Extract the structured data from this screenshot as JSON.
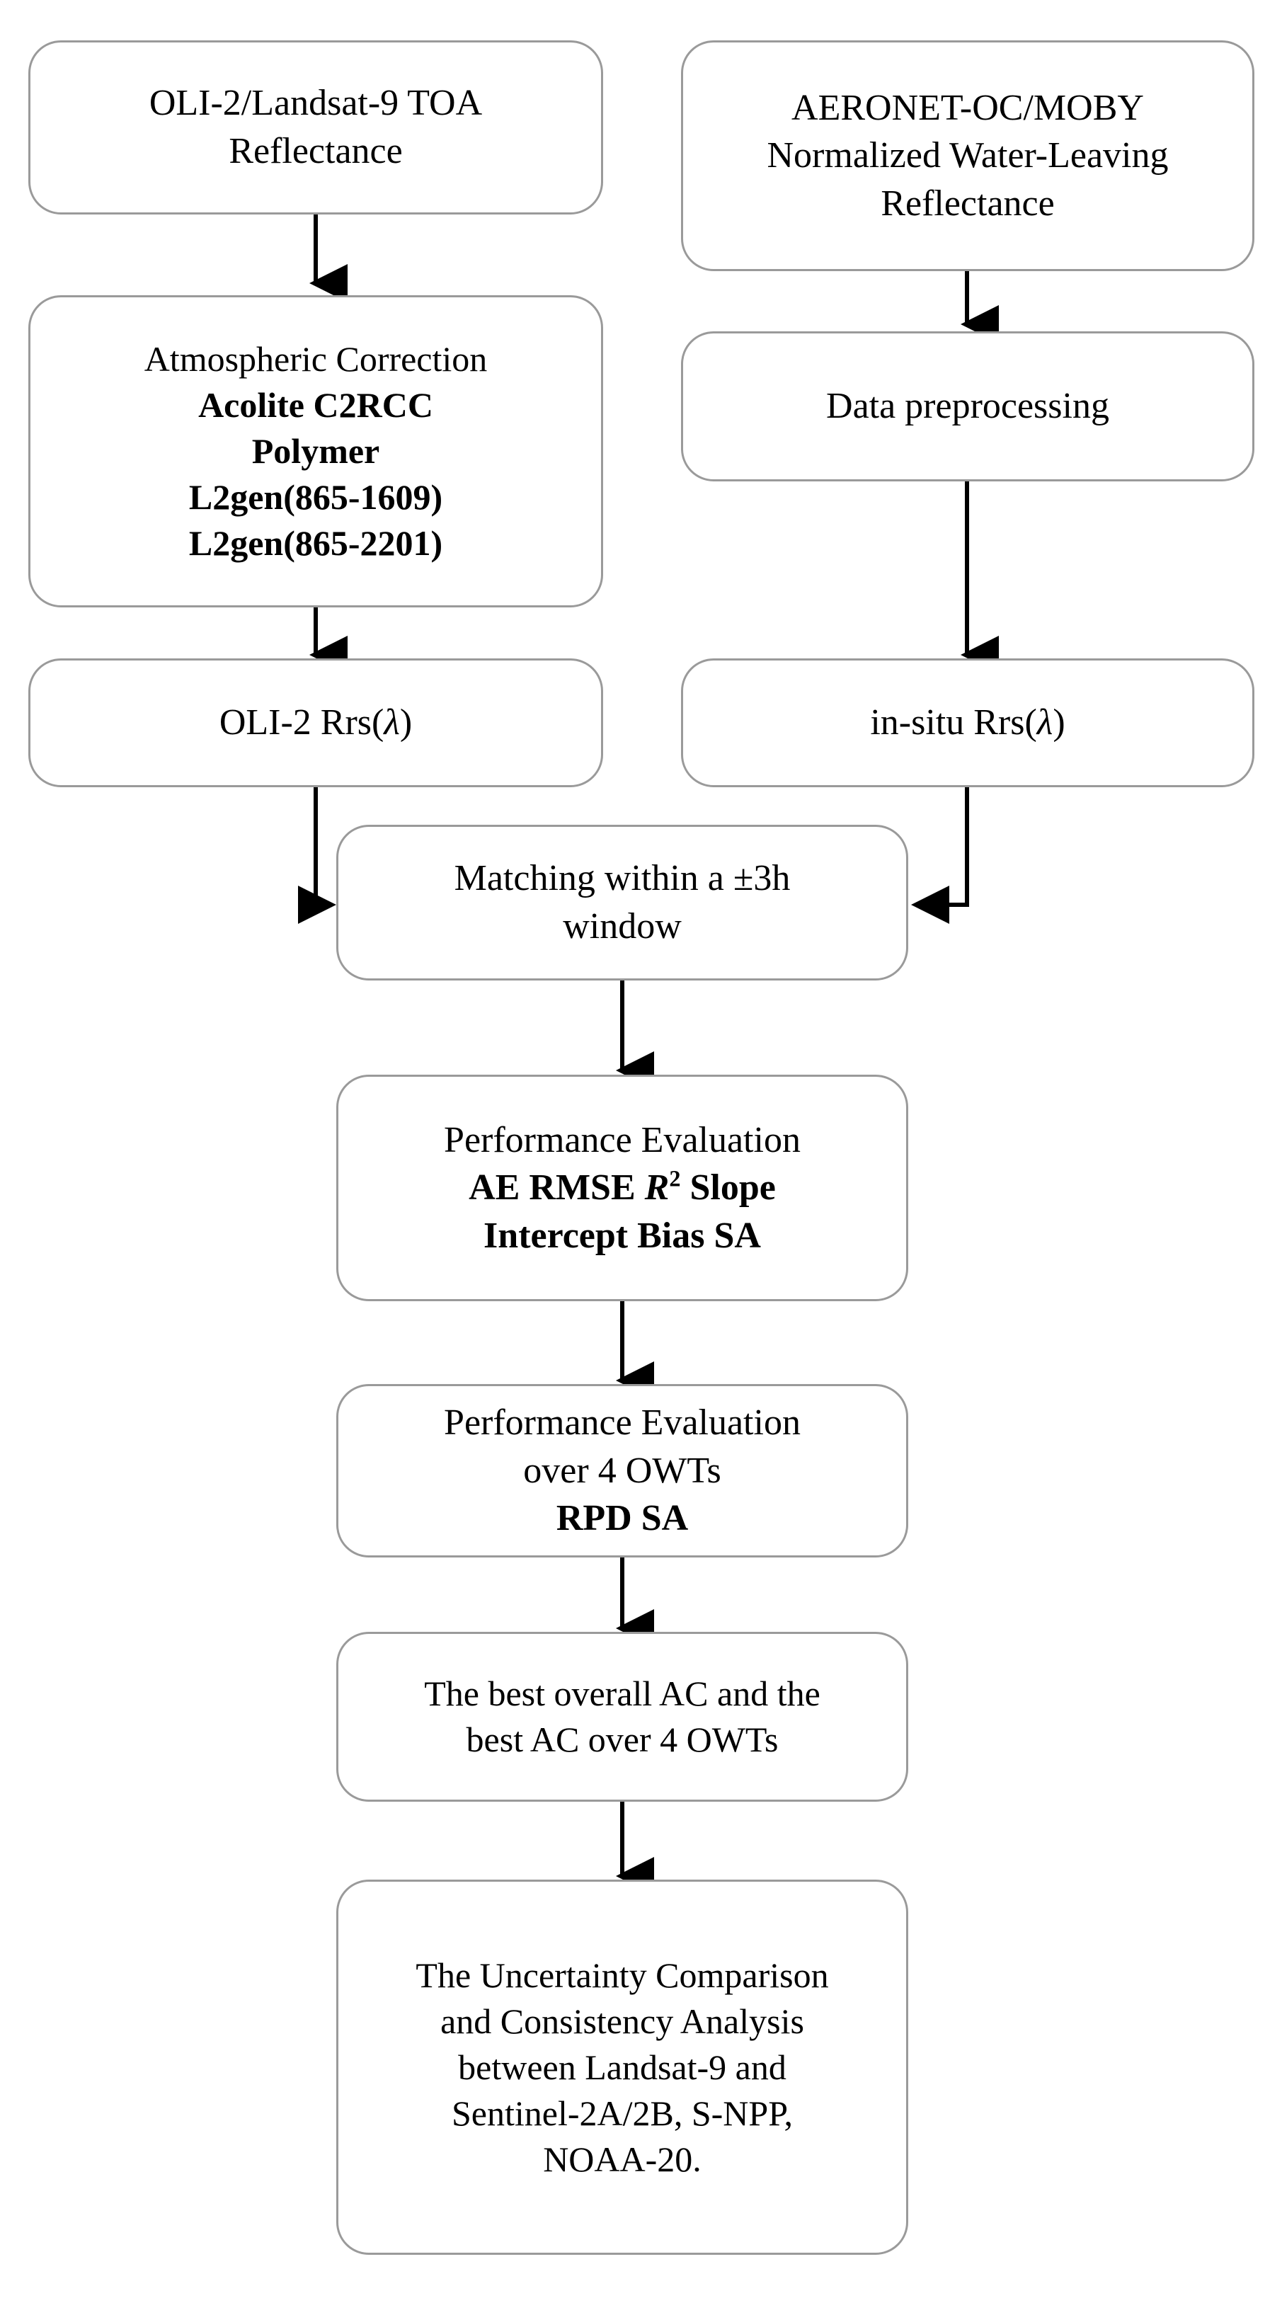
{
  "diagram": {
    "title": "Landsat-9 OLI-2 atmospheric correction evaluation workflow",
    "colors": {
      "node_border": "#9a9a9a",
      "node_fill": "#ffffff",
      "arrow": "#000000",
      "text": "#000000"
    },
    "nodes": [
      {
        "id": "oli2-toa",
        "name": "oli2-toa-reflectance-node",
        "lines": [
          {
            "text": "OLI-2/Landsat-9 TOA",
            "bold": false
          },
          {
            "text": "Reflectance",
            "bold": false
          }
        ]
      },
      {
        "id": "aeronet-moby",
        "name": "aeronet-moby-node",
        "lines": [
          {
            "text": "AERONET-OC/MOBY",
            "bold": false
          },
          {
            "text": "Normalized Water-Leaving",
            "bold": false
          },
          {
            "text": "Reflectance",
            "bold": false
          }
        ]
      },
      {
        "id": "atmospheric-correction",
        "name": "atmospheric-correction-node",
        "lines": [
          {
            "text": "Atmospheric Correction",
            "bold": false
          },
          {
            "text": "Acolite  C2RCC",
            "bold": true
          },
          {
            "text": "Polymer",
            "bold": true
          },
          {
            "text": "L2gen(865-1609)",
            "bold": true
          },
          {
            "text": "L2gen(865-2201)",
            "bold": true
          }
        ]
      },
      {
        "id": "data-preprocessing",
        "name": "data-preprocessing-node",
        "lines": [
          {
            "text": "Data preprocessing",
            "bold": false
          }
        ]
      },
      {
        "id": "oli2-rrs",
        "name": "oli2-rrs-node",
        "lines": [
          {
            "text": "OLI-2 Rrs(λ)",
            "bold": false
          }
        ]
      },
      {
        "id": "insitu-rrs",
        "name": "insitu-rrs-node",
        "lines": [
          {
            "text": "in-situ Rrs(λ)",
            "bold": false
          }
        ]
      },
      {
        "id": "matching",
        "name": "matching-window-node",
        "lines": [
          {
            "text": "Matching within a ±3h",
            "bold": false
          },
          {
            "text": "window",
            "bold": false
          }
        ]
      },
      {
        "id": "performance-evaluation",
        "name": "performance-evaluation-node",
        "lines": [
          {
            "text": "Performance Evaluation",
            "bold": false
          },
          {
            "text": "AE RMSE R2 Slope",
            "bold": true
          },
          {
            "text": "Intercept Bias SA",
            "bold": true
          }
        ]
      },
      {
        "id": "performance-evaluation-owts",
        "name": "performance-evaluation-owts-node",
        "lines": [
          {
            "text": "Performance Evaluation",
            "bold": false
          },
          {
            "text": "over 4 OWTs",
            "bold": false
          },
          {
            "text": "RPD SA",
            "bold": true
          }
        ]
      },
      {
        "id": "best-ac",
        "name": "best-ac-node",
        "lines": [
          {
            "text": "The best overall AC and the",
            "bold": false
          },
          {
            "text": "best AC over 4 OWTs",
            "bold": false
          }
        ]
      },
      {
        "id": "uncertainty-comparison",
        "name": "uncertainty-comparison-node",
        "lines": [
          {
            "text": "The Uncertainty Comparison",
            "bold": false
          },
          {
            "text": "and Consistency Analysis",
            "bold": false
          },
          {
            "text": "between Landsat-9 and",
            "bold": false
          },
          {
            "text": "Sentinel-2A/2B, S-NPP,",
            "bold": false
          },
          {
            "text": "NOAA-20.",
            "bold": false
          }
        ]
      }
    ],
    "edges": [
      {
        "name": "edge-oli2toa-to-ac",
        "from": "oli2-toa",
        "to": "atmospheric-correction",
        "type": "straight-down"
      },
      {
        "name": "edge-aeronet-to-preprocessing",
        "from": "aeronet-moby",
        "to": "data-preprocessing",
        "type": "straight-down"
      },
      {
        "name": "edge-ac-to-oli2rrs",
        "from": "atmospheric-correction",
        "to": "oli2-rrs",
        "type": "straight-down"
      },
      {
        "name": "edge-preprocessing-to-insiturrs",
        "from": "data-preprocessing",
        "to": "insitu-rrs",
        "type": "straight-down"
      },
      {
        "name": "edge-oli2rrs-to-matching",
        "from": "oli2-rrs",
        "to": "matching",
        "type": "elbow-right"
      },
      {
        "name": "edge-insiturrs-to-matching",
        "from": "insitu-rrs",
        "to": "matching",
        "type": "elbow-left"
      },
      {
        "name": "edge-matching-to-perfeval",
        "from": "matching",
        "to": "performance-evaluation",
        "type": "straight-down"
      },
      {
        "name": "edge-perfeval-to-perfevalowts",
        "from": "performance-evaluation",
        "to": "performance-evaluation-owts",
        "type": "straight-down"
      },
      {
        "name": "edge-perfevalowts-to-bestac",
        "from": "performance-evaluation-owts",
        "to": "best-ac",
        "type": "straight-down"
      },
      {
        "name": "edge-bestac-to-uncertainty",
        "from": "best-ac",
        "to": "uncertainty-comparison",
        "type": "straight-down"
      }
    ]
  }
}
